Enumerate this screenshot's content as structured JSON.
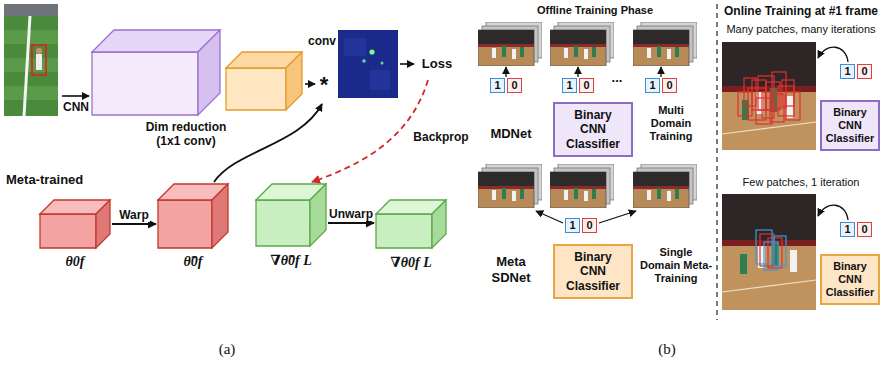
{
  "diagram": {
    "nodes": [
      {
        "text": [
          "θ0f"
        ]
      },
      {
        "text": [
          "θ̃0f"
        ]
      },
      {
        "text": [
          "∇θ̃0f L"
        ]
      },
      {
        "text": [
          "∇θ0f L"
        ]
      },
      {
        "text": [
          "1"
        ]
      },
      {
        "text": [
          "0"
        ]
      },
      {
        "text": [
          "1"
        ]
      },
      {
        "text": [
          "0"
        ]
      },
      {
        "text": [
          "1"
        ]
      },
      {
        "text": [
          "0"
        ]
      },
      {
        "text": [
          "Binary CNN Classifier"
        ]
      },
      {
        "text": [
          "1"
        ]
      },
      {
        "text": [
          "0"
        ]
      },
      {
        "text": [
          "Binary CNN Classifier"
        ]
      },
      {
        "text": [
          "1"
        ]
      },
      {
        "text": [
          "0"
        ]
      },
      {
        "text": [
          "Binary CNN Classifier"
        ]
      },
      {
        "text": [
          "1"
        ]
      },
      {
        "text": [
          "0"
        ]
      },
      {
        "text": [
          "Binary CNN Classifier"
        ]
      }
    ],
    "edges": [
      {
        "from": 0,
        "to": 1,
        "arrow": "to",
        "label": "Warp"
      },
      {
        "from": 2,
        "to": 3,
        "arrow": "to",
        "label": "Unwarp"
      }
    ],
    "labels": [
      "CNN",
      "Dim reduction (1x1 conv)",
      "conv",
      "*",
      "Loss",
      "Backprop",
      "Meta-trained",
      "(a)",
      "Offline Training Phase",
      "...",
      "MDNet",
      "Multi Domain Training",
      "Meta SDNet",
      "Single Domain Meta-Training",
      "Online Training at #1 frame",
      "Many patches, many iterations",
      "Few patches, 1 iteration",
      "(b)"
    ]
  }
}
